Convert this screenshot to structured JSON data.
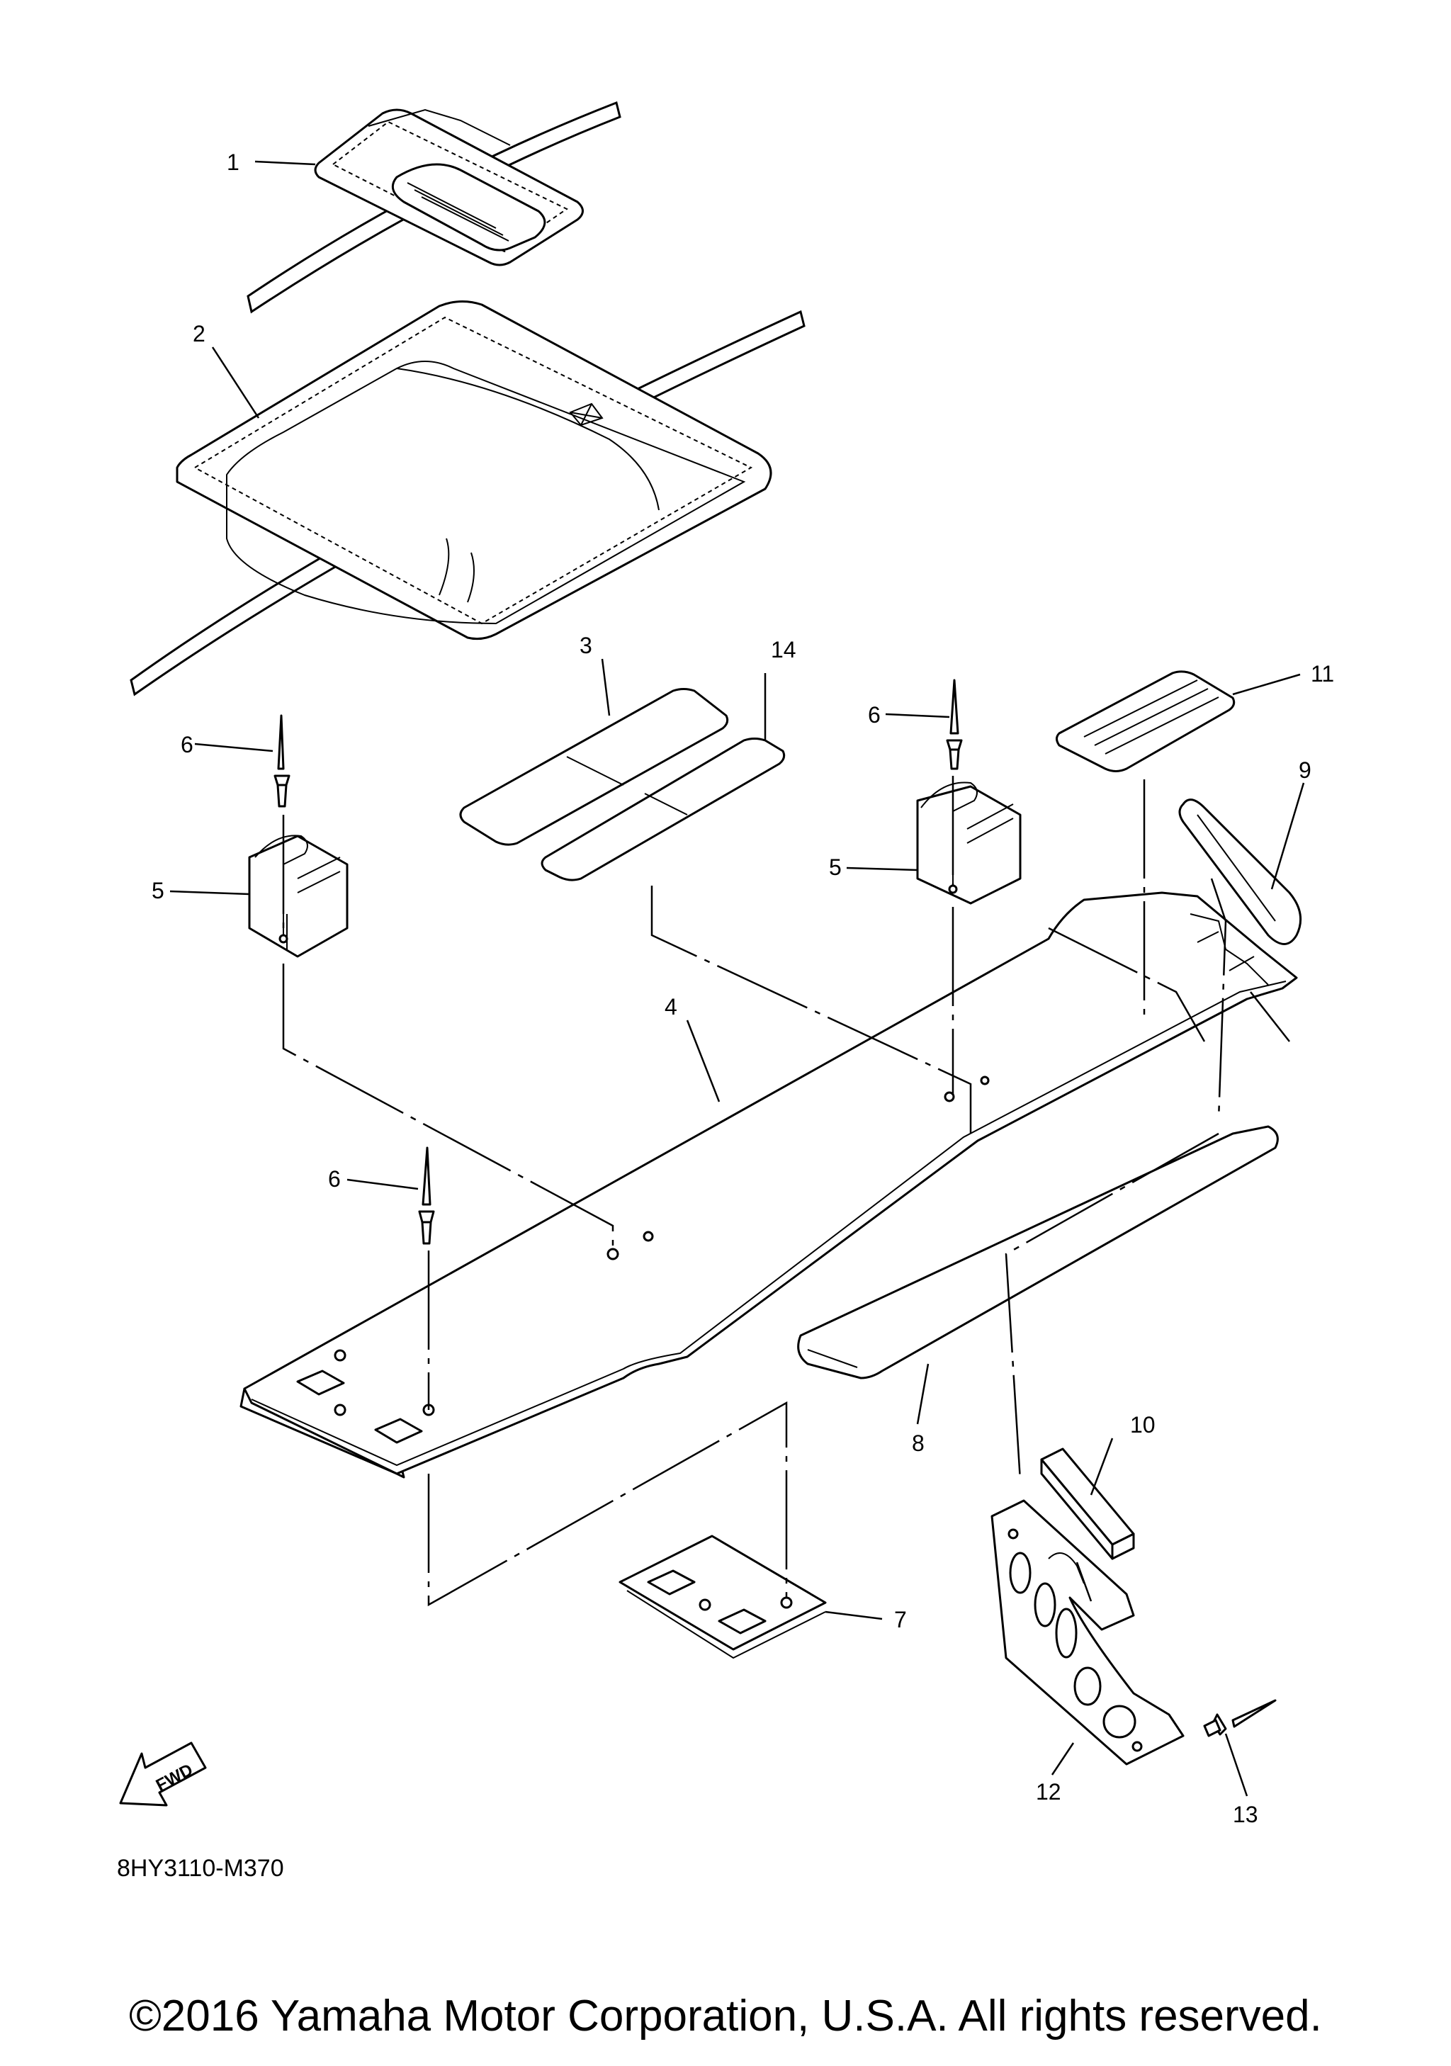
{
  "diagram": {
    "callouts": {
      "c1": "1",
      "c2": "2",
      "c3": "3",
      "c4": "4",
      "c5a": "5",
      "c5b": "5",
      "c6a": "6",
      "c6b": "6",
      "c6c": "6",
      "c7": "7",
      "c8": "8",
      "c9": "9",
      "c10": "10",
      "c11": "11",
      "c12": "12",
      "c13": "13",
      "c14": "14"
    },
    "fwd_label": "FWD",
    "drawing_code": "8HY3110-M370"
  },
  "footer": {
    "copyright": "©2016 Yamaha Motor Corporation, U.S.A. All rights reserved."
  }
}
